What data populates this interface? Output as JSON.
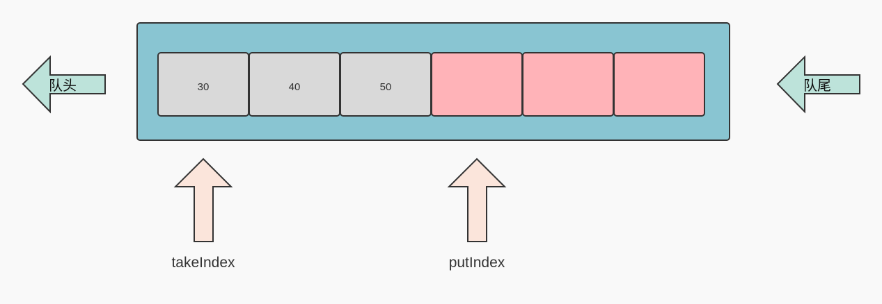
{
  "diagram": {
    "colors": {
      "background": "#f9f9f9",
      "container_fill": "#89c5d2",
      "outline": "#333333",
      "filled_cell": "#d9d9d9",
      "empty_cell": "#ffb3b8",
      "side_arrow_fill": "#bde3da",
      "pointer_arrow_fill": "#fbe5db",
      "text": "#333333"
    },
    "cells": [
      {
        "value": "30",
        "state": "filled"
      },
      {
        "value": "40",
        "state": "filled"
      },
      {
        "value": "50",
        "state": "filled"
      },
      {
        "value": "",
        "state": "empty"
      },
      {
        "value": "",
        "state": "empty"
      },
      {
        "value": "",
        "state": "empty"
      }
    ],
    "head_label": "队头",
    "tail_label": "队尾",
    "take_index_label": "takeIndex",
    "put_index_label": "putIndex"
  }
}
